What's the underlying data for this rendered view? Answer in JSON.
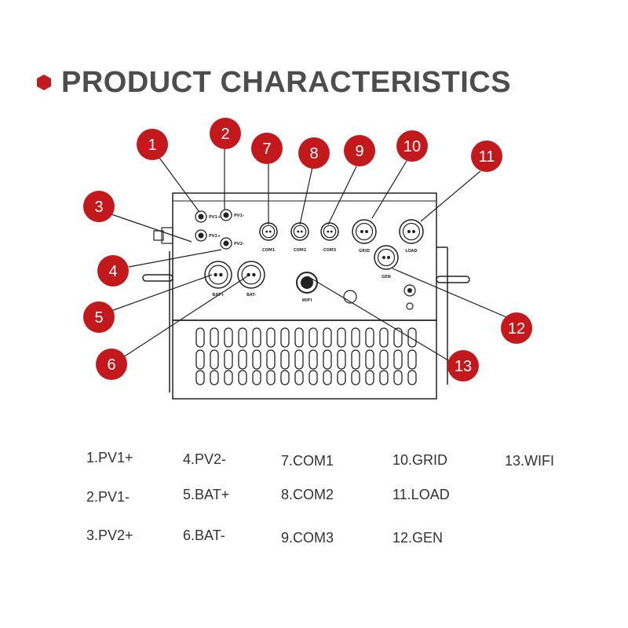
{
  "title": "PRODUCT CHARACTERISTICS",
  "colors": {
    "accent": "#c4191c",
    "title": "#4d4d4d",
    "line": "#222222"
  },
  "port_labels": {
    "pv1p": "PV1+",
    "pv1n": "PV1-",
    "pv2p": "PV2+",
    "pv2n": "PV2-",
    "com1": "COM1",
    "com2": "COM2",
    "com3": "COM3",
    "grid": "GRID",
    "load": "LOAD",
    "gen": "GEN",
    "batp": "BAT+",
    "batn": "BAT-",
    "wifi": "WIFI"
  },
  "callouts": [
    "1",
    "2",
    "3",
    "4",
    "5",
    "6",
    "7",
    "8",
    "9",
    "10",
    "11",
    "12",
    "13"
  ],
  "legend": [
    "1.PV1+",
    "2.PV1-",
    "3.PV2+",
    "4.PV2-",
    "5.BAT+",
    "6.BAT-",
    "7.COM1",
    "8.COM2",
    "9.COM3",
    "10.GRID",
    "11.LOAD",
    "12.GEN",
    "13.WIFI"
  ]
}
